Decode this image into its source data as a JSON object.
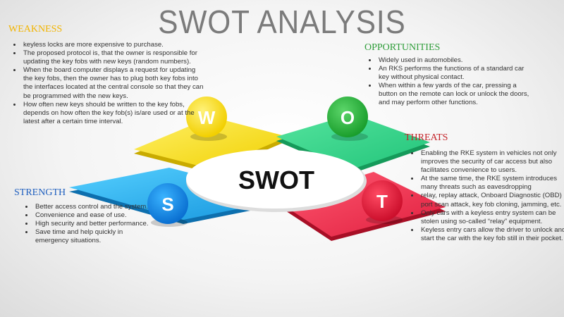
{
  "title": "SWOT ANALYSIS",
  "center_label": "SWOT",
  "colors": {
    "weakness": "#f5d800",
    "opportunities": "#2fd28a",
    "strength": "#1aa7e6",
    "threats": "#ee2a4a",
    "weakness_title": "#f2b400",
    "opportunities_title": "#2f9d3a",
    "strength_title": "#1f5fbf",
    "threats_title": "#c4242a"
  },
  "quadrants": {
    "weakness": {
      "letter": "W",
      "title": "WEAKNESS",
      "bullets": [
        "keyless locks are more expensive to purchase.",
        "The proposed protocol is, that the owner is responsible for updating the key fobs with new keys (random numbers).",
        "When the board computer displays a request for updating the key fobs, then the owner has to plug both key fobs into the interfaces located at the central console so that they can be programmed with the new keys.",
        "How often new keys should be written to the key fobs, depends on how often the key fob(s) is/are used or at the latest after a certain time interval."
      ]
    },
    "opportunities": {
      "letter": "O",
      "title": "OPPORTUNITIES",
      "bullets": [
        "Widely used in automobiles.",
        "An RKS performs the functions of a standard car key without physical contact.",
        "When within a few yards of the car, pressing a button on the remote can lock or unlock the doors, and may perform other functions."
      ]
    },
    "strength": {
      "letter": "S",
      "title": "STRENGTH",
      "bullets": [
        "Better access control and the system.",
        "Convenience and ease of use.",
        "High security and better performance.",
        "Save time and help quickly in emergency situations."
      ]
    },
    "threats": {
      "letter": "T",
      "title": "THREATS",
      "bullets": [
        "Enabling the RKE system in vehicles not only improves the security of car access but also facilitates convenience to users.",
        "At the same time, the RKE system introduces many threats such as eavesdropping",
        "relay, replay attack, Onboard Diagnostic (OBD) port scan attack, key fob cloning, jamming, etc.",
        " Only cars with a keyless entry system can be stolen using so-called “relay” equipment.",
        "  Keyless entry cars allow the driver to unlock and start the car with the key fob still in their pocket."
      ]
    }
  }
}
